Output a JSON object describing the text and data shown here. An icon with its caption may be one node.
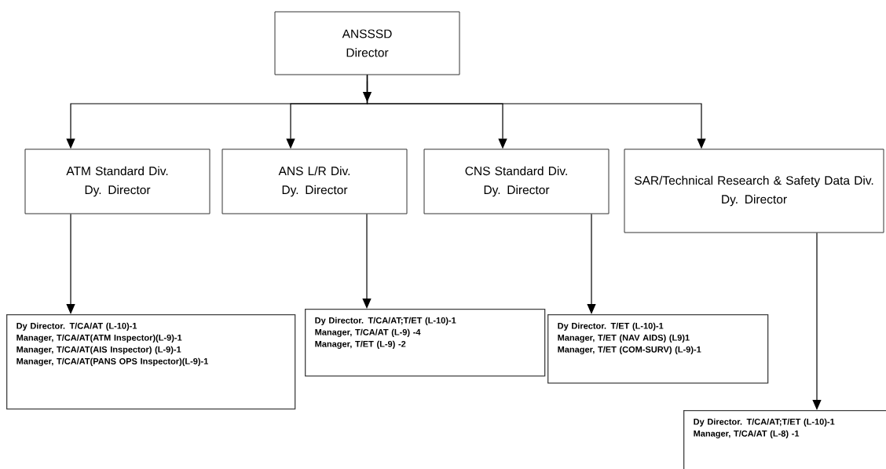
{
  "diagram": {
    "nodes": [
      {
        "text": [
          "ANSSSD",
          "Director"
        ]
      },
      {
        "text": [
          "ATM Standard Div.",
          "Dy. Director"
        ]
      },
      {
        "text": [
          "ANS L/R Div.",
          "Dy. Director"
        ]
      },
      {
        "text": [
          "CNS Standard Div.",
          "Dy. Director"
        ]
      },
      {
        "text": [
          "SAR/Technical Research & Safety Data Div.",
          "Dy. Director"
        ]
      },
      {
        "text": [
          "Dy Director. T/CA/AT (L-10)-1",
          "Manager, T/CA/AT(ATM Inspector)(L-9)-1",
          "Manager, T/CA/AT(AIS Inspector) (L-9)-1",
          "Manager, T/CA/AT(PANS OPS Inspector)(L-9)-1"
        ]
      },
      {
        "text": [
          "Dy Director. T/CA/AT;T/ET (L-10)-1",
          "Manager, T/CA/AT (L-9) -4",
          "Manager, T/ET (L-9) -2"
        ]
      },
      {
        "text": [
          "Dy Director. T/ET (L-10)-1",
          "Manager, T/ET (NAV AIDS) (L9)1",
          "Manager, T/ET (COM-SURV) (L-9)-1"
        ]
      },
      {
        "text": [
          "Dy Director. T/CA/AT;T/ET (L-10)-1",
          "Manager, T/CA/AT (L-8) -1"
        ]
      }
    ],
    "edges": [
      {
        "from": 0,
        "to": 1,
        "arrow": "to"
      },
      {
        "from": 0,
        "to": 2,
        "arrow": "to"
      },
      {
        "from": 0,
        "to": 3,
        "arrow": "to"
      },
      {
        "from": 0,
        "to": 4,
        "arrow": "to"
      },
      {
        "from": 1,
        "to": 5,
        "arrow": "to"
      },
      {
        "from": 2,
        "to": 6,
        "arrow": "to"
      },
      {
        "from": 3,
        "to": 7,
        "arrow": "to"
      },
      {
        "from": 4,
        "to": 8,
        "arrow": "to"
      }
    ]
  }
}
